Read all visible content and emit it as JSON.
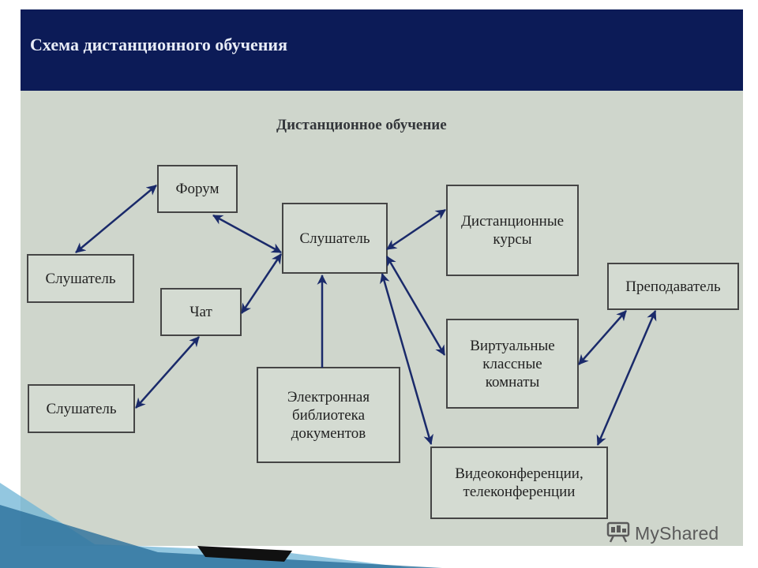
{
  "slide": {
    "title": "Схема дистанционного обучения",
    "colors": {
      "header": "#0c1b57",
      "background": "#cfd6cc",
      "node_border": "#454545",
      "arrow": "#1a2a6a"
    }
  },
  "diagram": {
    "title": "Дистанционное обучение",
    "nodes": {
      "forum": "Форум",
      "listener_left_top": "Слушатель",
      "chat": "Чат",
      "listener_left_bottom": "Слушатель",
      "listener_center": "Слушатель",
      "library": "Электронная\nбиблиотека\nдокументов",
      "remote_courses": "Дистанционные\nкурсы",
      "virtual_classrooms": "Виртуальные\nклассные\nкомнаты",
      "teacher": "Преподаватель",
      "videoconferences": "Видеоконференции,\nтелеконференции"
    },
    "edges": [
      {
        "from": "listener_left_top",
        "to": "forum",
        "direction": "both"
      },
      {
        "from": "forum",
        "to": "listener_center",
        "direction": "both"
      },
      {
        "from": "chat",
        "to": "listener_center",
        "direction": "both"
      },
      {
        "from": "listener_left_bottom",
        "to": "chat",
        "direction": "both"
      },
      {
        "from": "library",
        "to": "listener_center",
        "direction": "to"
      },
      {
        "from": "listener_center",
        "to": "remote_courses",
        "direction": "both"
      },
      {
        "from": "listener_center",
        "to": "virtual_classrooms",
        "direction": "both"
      },
      {
        "from": "listener_center",
        "to": "videoconferences",
        "direction": "both"
      },
      {
        "from": "virtual_classrooms",
        "to": "teacher",
        "direction": "both"
      },
      {
        "from": "videoconferences",
        "to": "teacher",
        "direction": "both"
      }
    ]
  },
  "watermark": {
    "text": "MyShared",
    "icon": "presentation-board-icon"
  }
}
